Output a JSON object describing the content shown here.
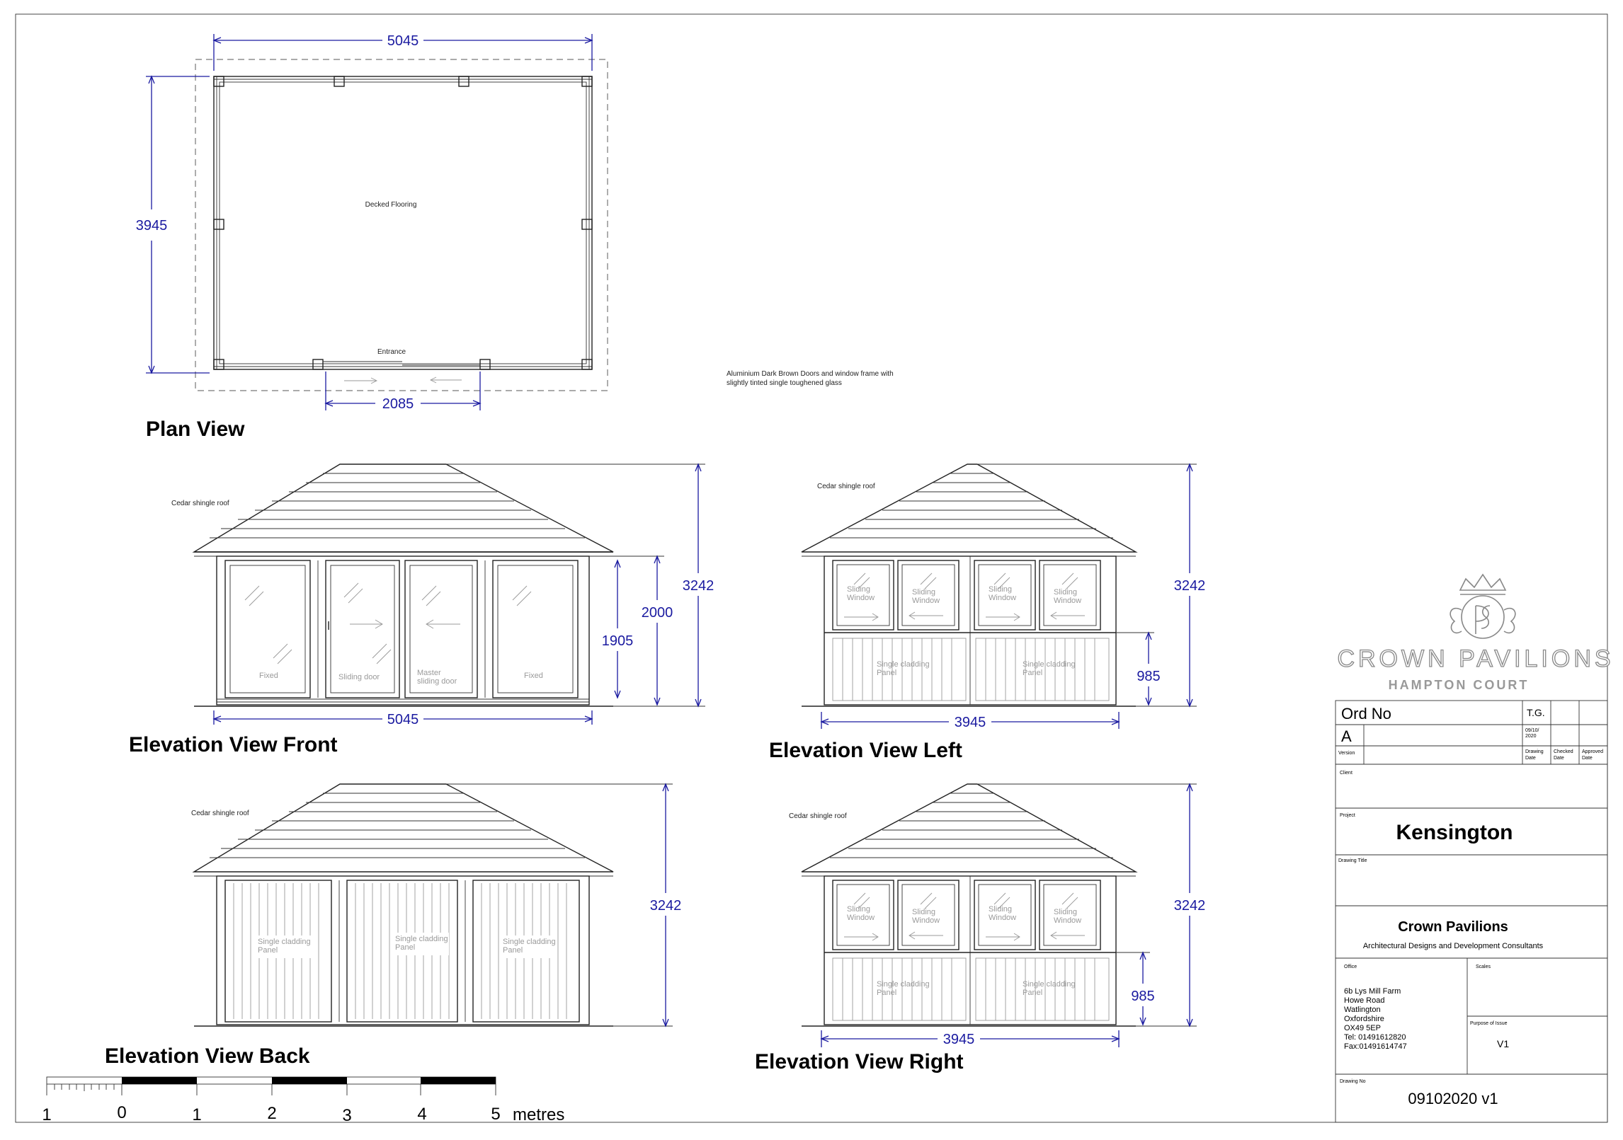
{
  "plan": {
    "title": "Plan View",
    "width_dim": "5045",
    "depth_dim": "3945",
    "entrance_dim": "2085",
    "floor_label": "Decked Flooring",
    "entrance_label": "Entrance"
  },
  "material_note": {
    "line1": "Aluminium Dark Brown Doors and window frame with",
    "line2": "slightly tinted single toughened glass"
  },
  "front": {
    "title": "Elevation View Front",
    "roof_label": "Cedar shingle roof",
    "width_dim": "5045",
    "height_dim": "3242",
    "door_height_dim": "2000",
    "glass_height_dim": "1905",
    "panels": {
      "fixed_left": "Fixed",
      "sliding": "Sliding door",
      "master_line1": "Master",
      "master_line2": "sliding door",
      "fixed_right": "Fixed"
    }
  },
  "left": {
    "title": "Elevation View Left",
    "roof_label": "Cedar shingle roof",
    "width_dim": "3945",
    "height_dim": "3242",
    "sill_dim": "985",
    "window_line1": "Sliding",
    "window_line2": "Window",
    "panel_line1": "Single cladding",
    "panel_line2": "Panel"
  },
  "back": {
    "title": "Elevation View Back",
    "roof_label": "Cedar shingle roof",
    "height_dim": "3242",
    "panel_line1": "Single cladding",
    "panel_line2": "Panel"
  },
  "right": {
    "title": "Elevation View Right",
    "roof_label": "Cedar shingle roof",
    "width_dim": "3945",
    "height_dim": "3242",
    "sill_dim": "985",
    "window_line1": "Sliding",
    "window_line2": "Window",
    "panel_line1": "Single cladding",
    "panel_line2": "Panel"
  },
  "scale_bar": {
    "labels": [
      "1",
      "0",
      "1",
      "2",
      "3",
      "4",
      "5"
    ],
    "unit": "metres"
  },
  "brand": {
    "name": "CROWN PAVILIONS",
    "tagline": "HAMPTON COURT"
  },
  "title_block": {
    "ord_no": "Ord No",
    "drawn_by": "T.G.",
    "version_value": "A",
    "date_line1": "09/10/",
    "date_line2": "2020",
    "version_label": "Version",
    "drawing_date_line1": "Drawing",
    "drawing_date_line2": "Date",
    "checked_date_line1": "Checked",
    "checked_date_line2": "Date",
    "approved_date_line1": "Approved",
    "approved_date_line2": "Date",
    "client_label": "Client",
    "project_label": "Project",
    "project_name": "Kensington",
    "drawing_title_label": "Drawing Title",
    "company_name": "Crown  Pavilions",
    "company_sub": "Architectural Designs and Development Consultants",
    "office_label": "Office",
    "scales_label": "Scales",
    "address": [
      "6b Lys Mill Farm",
      "Howe Road",
      "Watlington",
      "Oxfordshire",
      "OX49 5EP",
      "Tel: 01491612820",
      "Fax:01491614747"
    ],
    "purpose_label": "Purpose of Issue",
    "purpose_value": "V1",
    "drawing_no_label": "Drawing No",
    "drawing_no": "09102020 v1"
  },
  "colors": {
    "dimension": "#1a1aa0",
    "line": "#222222",
    "label_grey": "#9a9a9a"
  }
}
